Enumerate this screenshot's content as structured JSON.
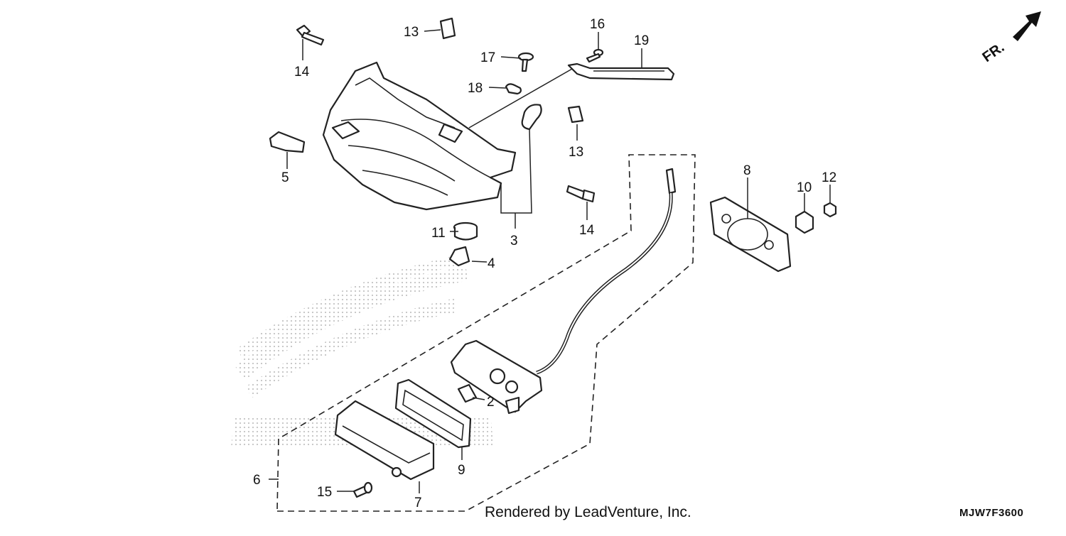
{
  "diagram": {
    "direction_label": "FR.",
    "callouts": [
      "13",
      "17",
      "18",
      "16",
      "19",
      "14",
      "5",
      "13",
      "14",
      "11",
      "4",
      "3",
      "8",
      "10",
      "12",
      "2",
      "6",
      "7",
      "9",
      "15"
    ],
    "footer": {
      "credit": "Rendered by LeadVenture, Inc.",
      "code": "MJW7F3600"
    }
  }
}
